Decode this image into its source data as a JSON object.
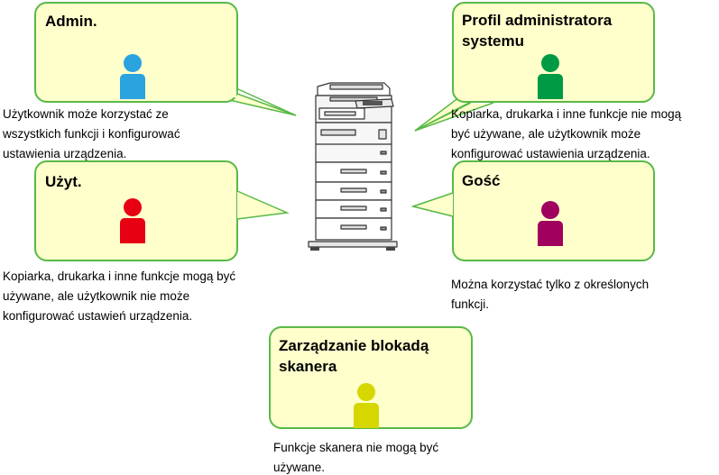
{
  "roles": {
    "admin": {
      "title": "Admin.",
      "description_lines": [
        "Użytkownik może korzystać ze",
        "wszystkich funkcji i konfigurować",
        "ustawienia urządzenia."
      ],
      "color": "#2aa3df"
    },
    "sysadmin": {
      "title_lines": [
        "Profil administratora",
        "systemu"
      ],
      "description_lines": [
        "Kopiarka, drukarka i inne funkcje nie mogą",
        "być używane, ale użytkownik może",
        "konfigurować ustawienia urządzenia."
      ],
      "color": "#009a44"
    },
    "user": {
      "title": "Użyt.",
      "description_lines": [
        "Kopiarka, drukarka i inne funkcje mogą być",
        "używane, ale użytkownik nie może",
        "konfigurować ustawień urządzenia."
      ],
      "color": "#e60012"
    },
    "guest": {
      "title": "Gość",
      "description_lines": [
        "Można korzystać tylko z określonych",
        "funkcji."
      ],
      "color": "#a0005e"
    },
    "scanner_lock": {
      "title_lines": [
        "Zarządzanie blokadą",
        "skanera"
      ],
      "description_lines": [
        "Funkcje skanera nie mogą być",
        "używane."
      ],
      "color": "#d6d600"
    }
  },
  "style": {
    "bubble_fill": "#ffffcc",
    "bubble_border": "#58b947",
    "device_icon": "multifunction-printer-icon"
  }
}
